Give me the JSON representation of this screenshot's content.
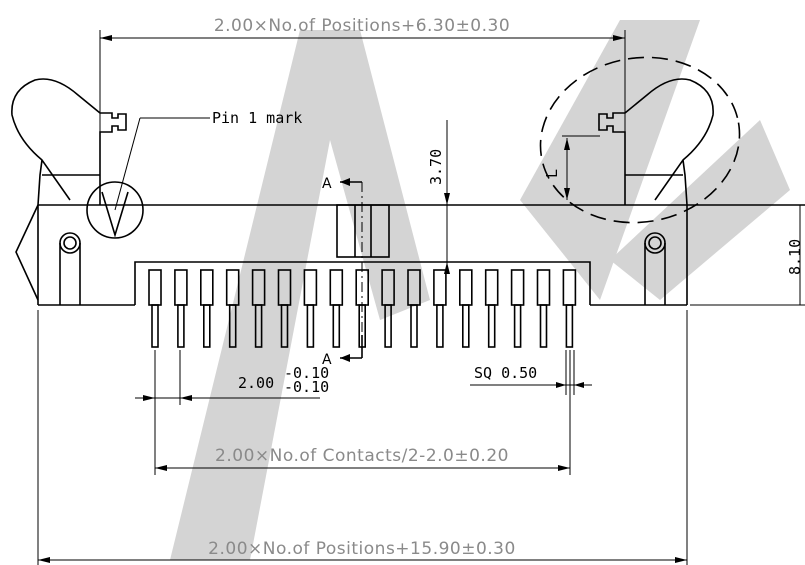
{
  "dimensions": {
    "top_width": "2.00×No.of Positions+6.30±0.30",
    "bottom_width": "2.00×No.of Positions+15.90±0.30",
    "contacts_span": "2.00×No.of Contacts/2-2.0±0.20",
    "pitch_main": "2.00",
    "pitch_tol_upper": "-0.10",
    "pitch_tol_lower": "-0.10",
    "pin_square": "SQ 0.50",
    "height_3_70": "3.70",
    "height_8_10": "8.10",
    "latch_length": "L"
  },
  "labels": {
    "pin1": "Pin 1 mark",
    "section_top": "A",
    "section_bottom": "A"
  }
}
